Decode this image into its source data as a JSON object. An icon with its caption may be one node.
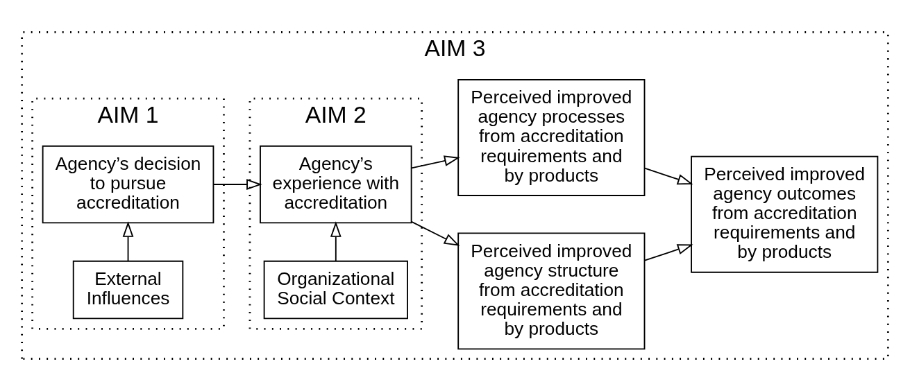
{
  "diagram": {
    "nodes": [
      {
        "text": [
          "AIM 3"
        ]
      },
      {
        "text": [
          "AIM 1"
        ],
        "in": 0
      },
      {
        "text": [
          "External Influences"
        ],
        "in": 1
      },
      {
        "text": [
          "Agency’s decision to pursue accreditation"
        ],
        "in": 1
      },
      {
        "text": [
          "AIM 2"
        ],
        "in": 0
      },
      {
        "text": [
          "Organizational Social Context"
        ],
        "in": 4
      },
      {
        "text": [
          "Agency’s experience with accreditation"
        ],
        "in": 4
      },
      {
        "text": [
          "Perceived improved agency structure from accreditation requirements and by products"
        ],
        "in": 0
      },
      {
        "text": [
          "Perceived improved agency processes from accreditation requirements and by products"
        ],
        "in": 0
      },
      {
        "text": [
          "Perceived improved agency outcomes from accreditation requirements and by products"
        ],
        "in": 0
      }
    ],
    "edges": [
      {
        "from": 2,
        "to": 3,
        "arrow": "to"
      },
      {
        "from": 3,
        "to": 6,
        "arrow": "to"
      },
      {
        "from": 5,
        "to": 6,
        "arrow": "to"
      },
      {
        "from": 6,
        "to": 7,
        "arrow": "to"
      },
      {
        "from": 6,
        "to": 8,
        "arrow": "to"
      },
      {
        "from": 7,
        "to": 9,
        "arrow": "to"
      },
      {
        "from": 8,
        "to": 9,
        "arrow": "to"
      }
    ]
  }
}
